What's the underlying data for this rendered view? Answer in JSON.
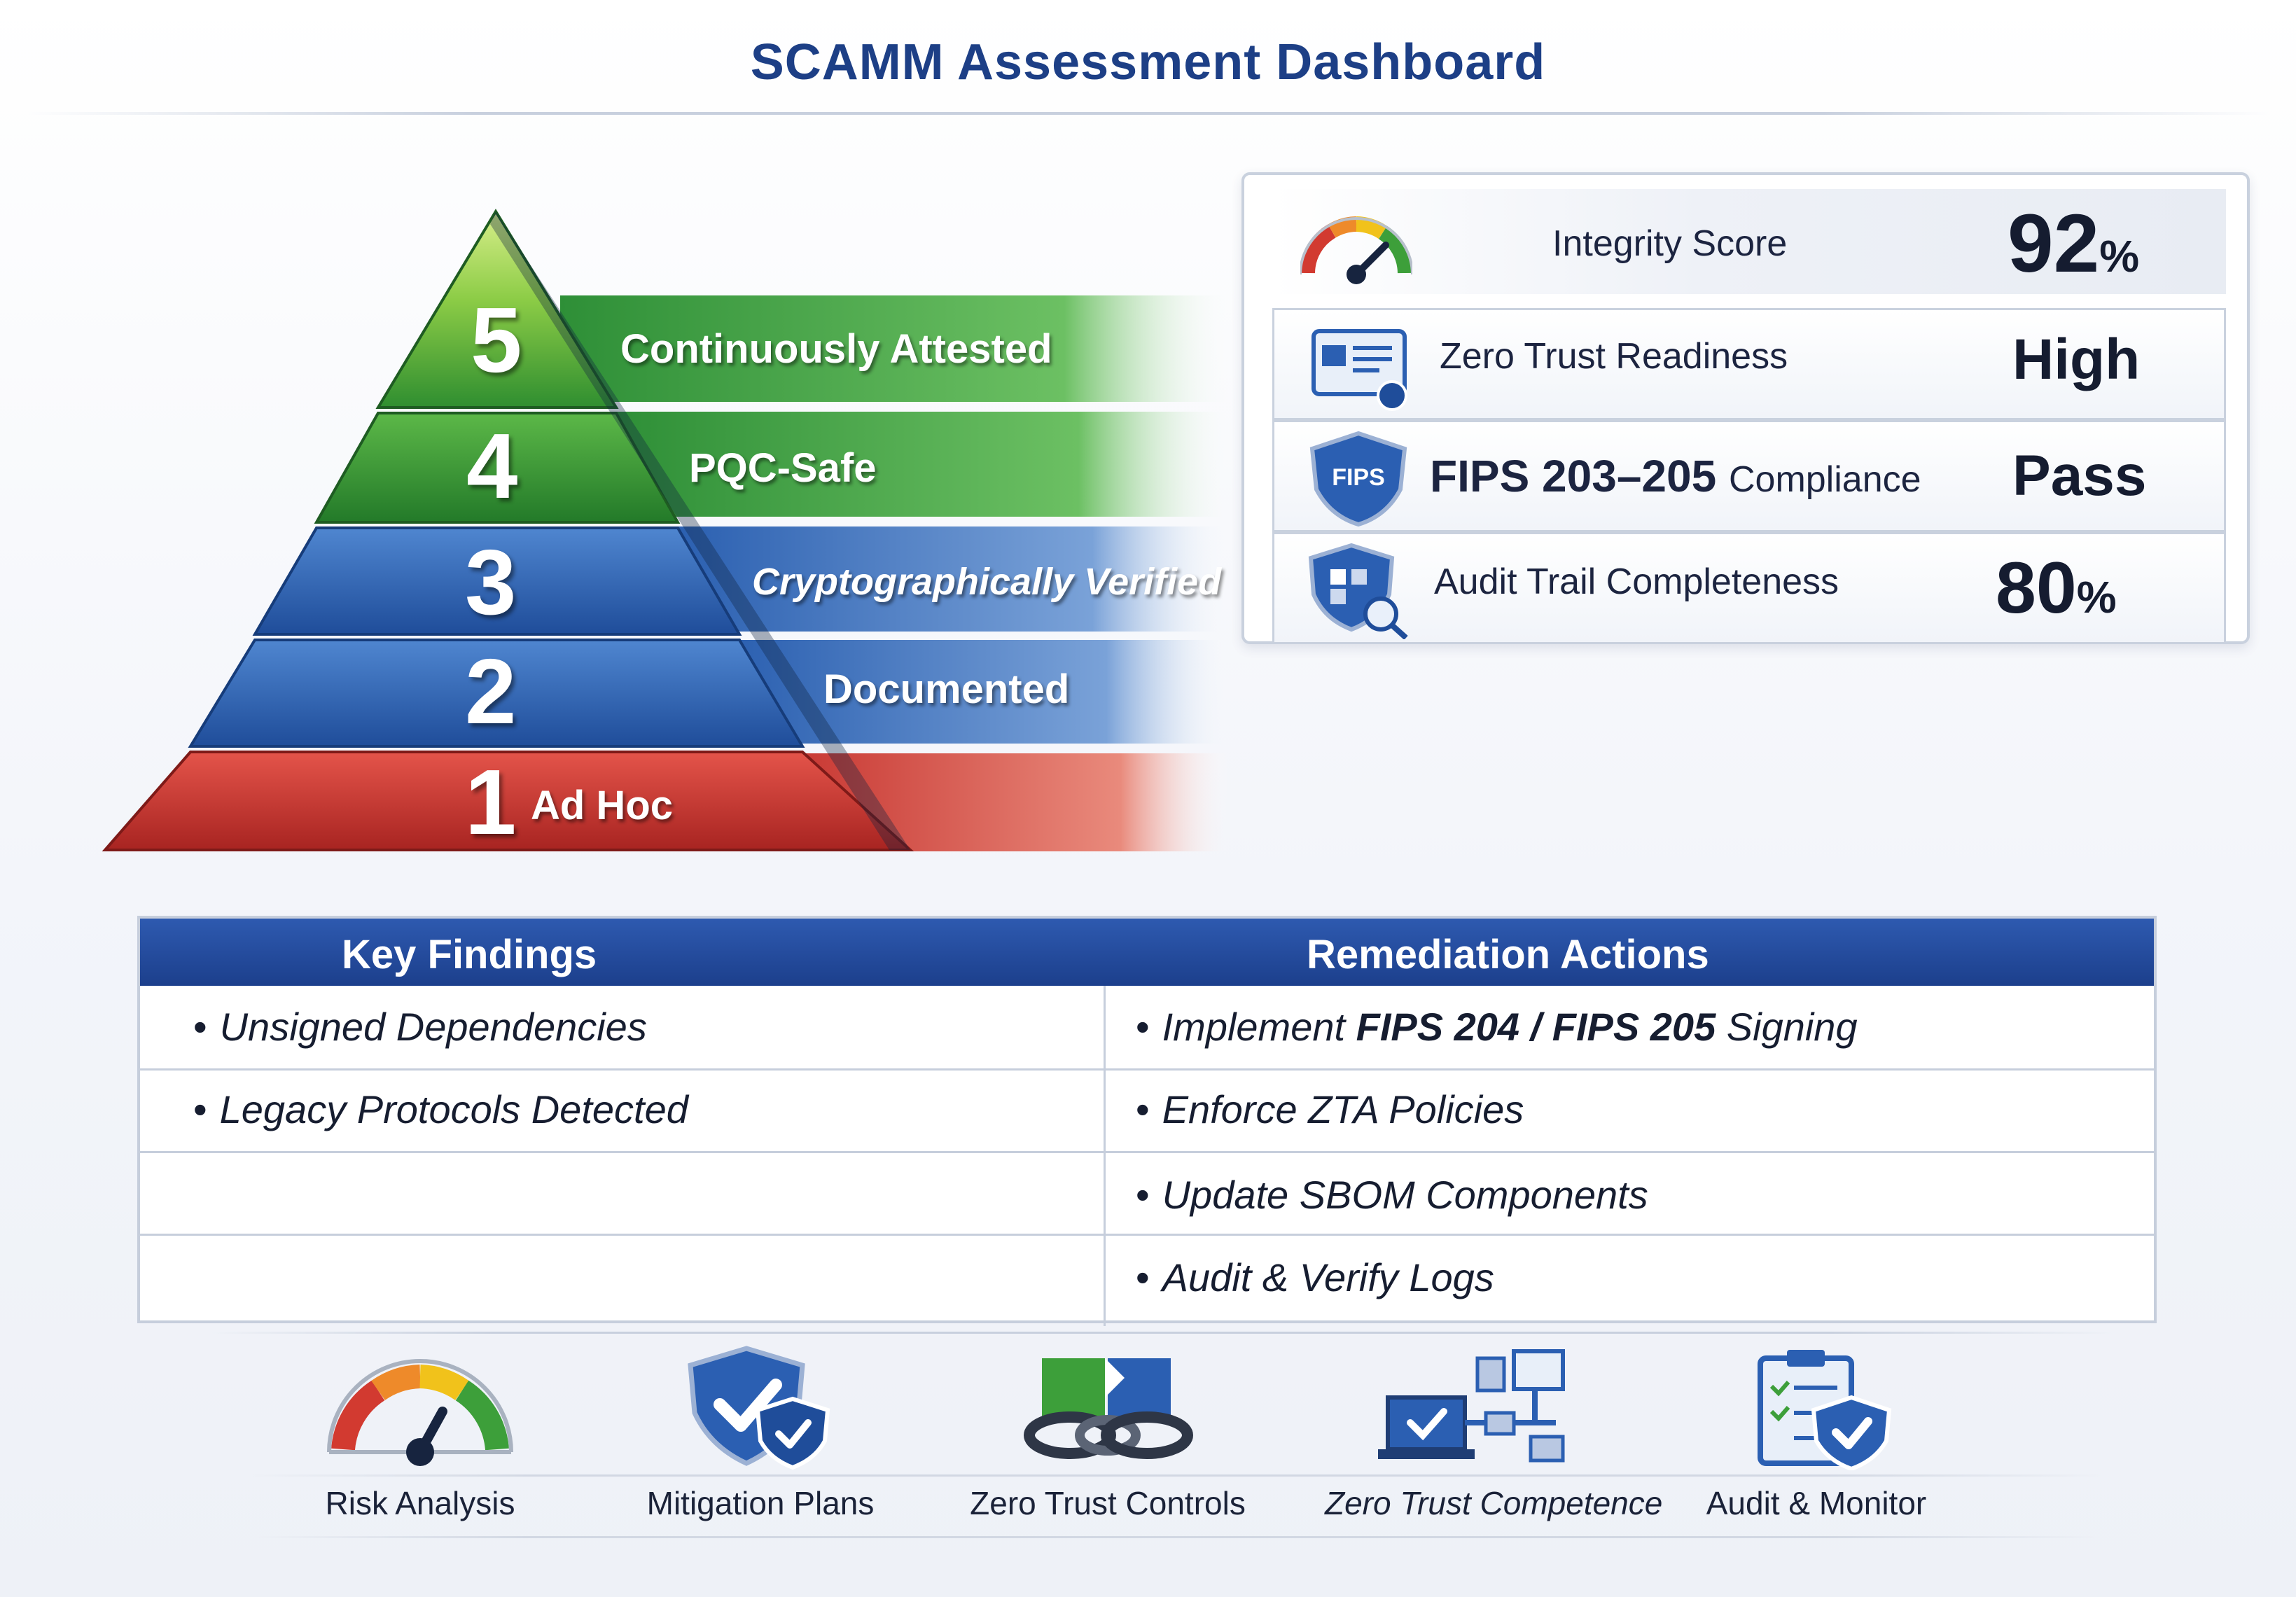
{
  "header": {
    "title": "SCAMM Assessment Dashboard"
  },
  "pyramid": {
    "tiers": [
      {
        "number": "5",
        "label": "Continuously Attested",
        "color": "#2f9a3a"
      },
      {
        "number": "4",
        "label": "PQC-Safe",
        "color": "#35a03e"
      },
      {
        "number": "3",
        "label": "Cryptographically Verified",
        "color": "#2f67b8"
      },
      {
        "number": "2",
        "label": "Documented",
        "color": "#2b5fb2"
      },
      {
        "number": "1",
        "label": "Ad Hoc",
        "color": "#cf3a34"
      }
    ]
  },
  "metrics": {
    "integrity": {
      "label": "Integrity Score",
      "value": "92",
      "unit": "%",
      "icon": "gauge-icon"
    },
    "zero_trust": {
      "label": "Zero Trust Readiness",
      "value": "High",
      "icon": "certificate-icon"
    },
    "fips": {
      "label": "FIPS 203–205",
      "suffix": "Compliance",
      "value": "Pass",
      "icon": "fips-shield-icon",
      "badge": "FIPS"
    },
    "audit": {
      "label": "Audit Trail Completeness",
      "value": "80",
      "unit": "%",
      "icon": "audit-shield-icon"
    }
  },
  "findings": {
    "headers": {
      "left": "Key Findings",
      "right": "Remediation Actions"
    },
    "key_findings": [
      "Unsigned Dependencies",
      "Legacy Protocols Detected"
    ],
    "remediation": {
      "r1_prefix": "Implement ",
      "r1_bold": "FIPS 204 / FIPS 205",
      "r1_suffix": " Signing",
      "r2": "Enforce ZTA Policies",
      "r3": "Update SBOM Components",
      "r4": "Audit & Verify Logs"
    }
  },
  "tools": [
    {
      "label": "Risk Analysis",
      "icon": "gauge-icon"
    },
    {
      "label": "Mitigation Plans",
      "icon": "shield-check-icon"
    },
    {
      "label": "Zero Trust Controls",
      "icon": "chain-link-icon"
    },
    {
      "label": "Zero Trust Competence",
      "icon": "network-computer-icon"
    },
    {
      "label": "Audit & Monitor",
      "icon": "clipboard-shield-icon"
    }
  ],
  "colors": {
    "brand": "#1d3f86",
    "header_bar": "#1c3f8c",
    "green": "#2f9a3a",
    "blue": "#2b5fb2",
    "red": "#cf3a34"
  }
}
